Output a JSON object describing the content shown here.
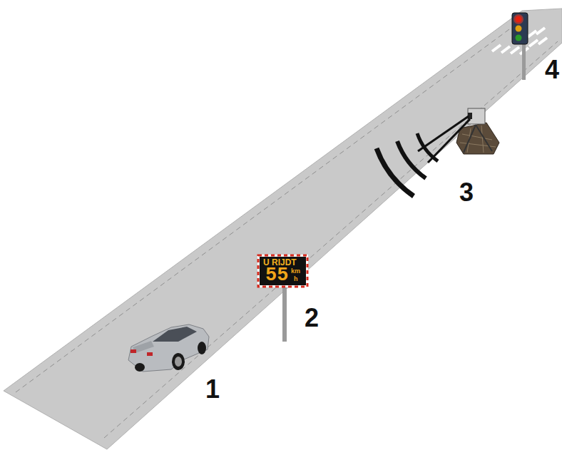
{
  "diagram": {
    "nodes": [
      {
        "text": [
          "U RIJDT",
          "55",
          "km",
          "h"
        ]
      }
    ],
    "labels": [
      "1",
      "2",
      "3",
      "4"
    ]
  }
}
